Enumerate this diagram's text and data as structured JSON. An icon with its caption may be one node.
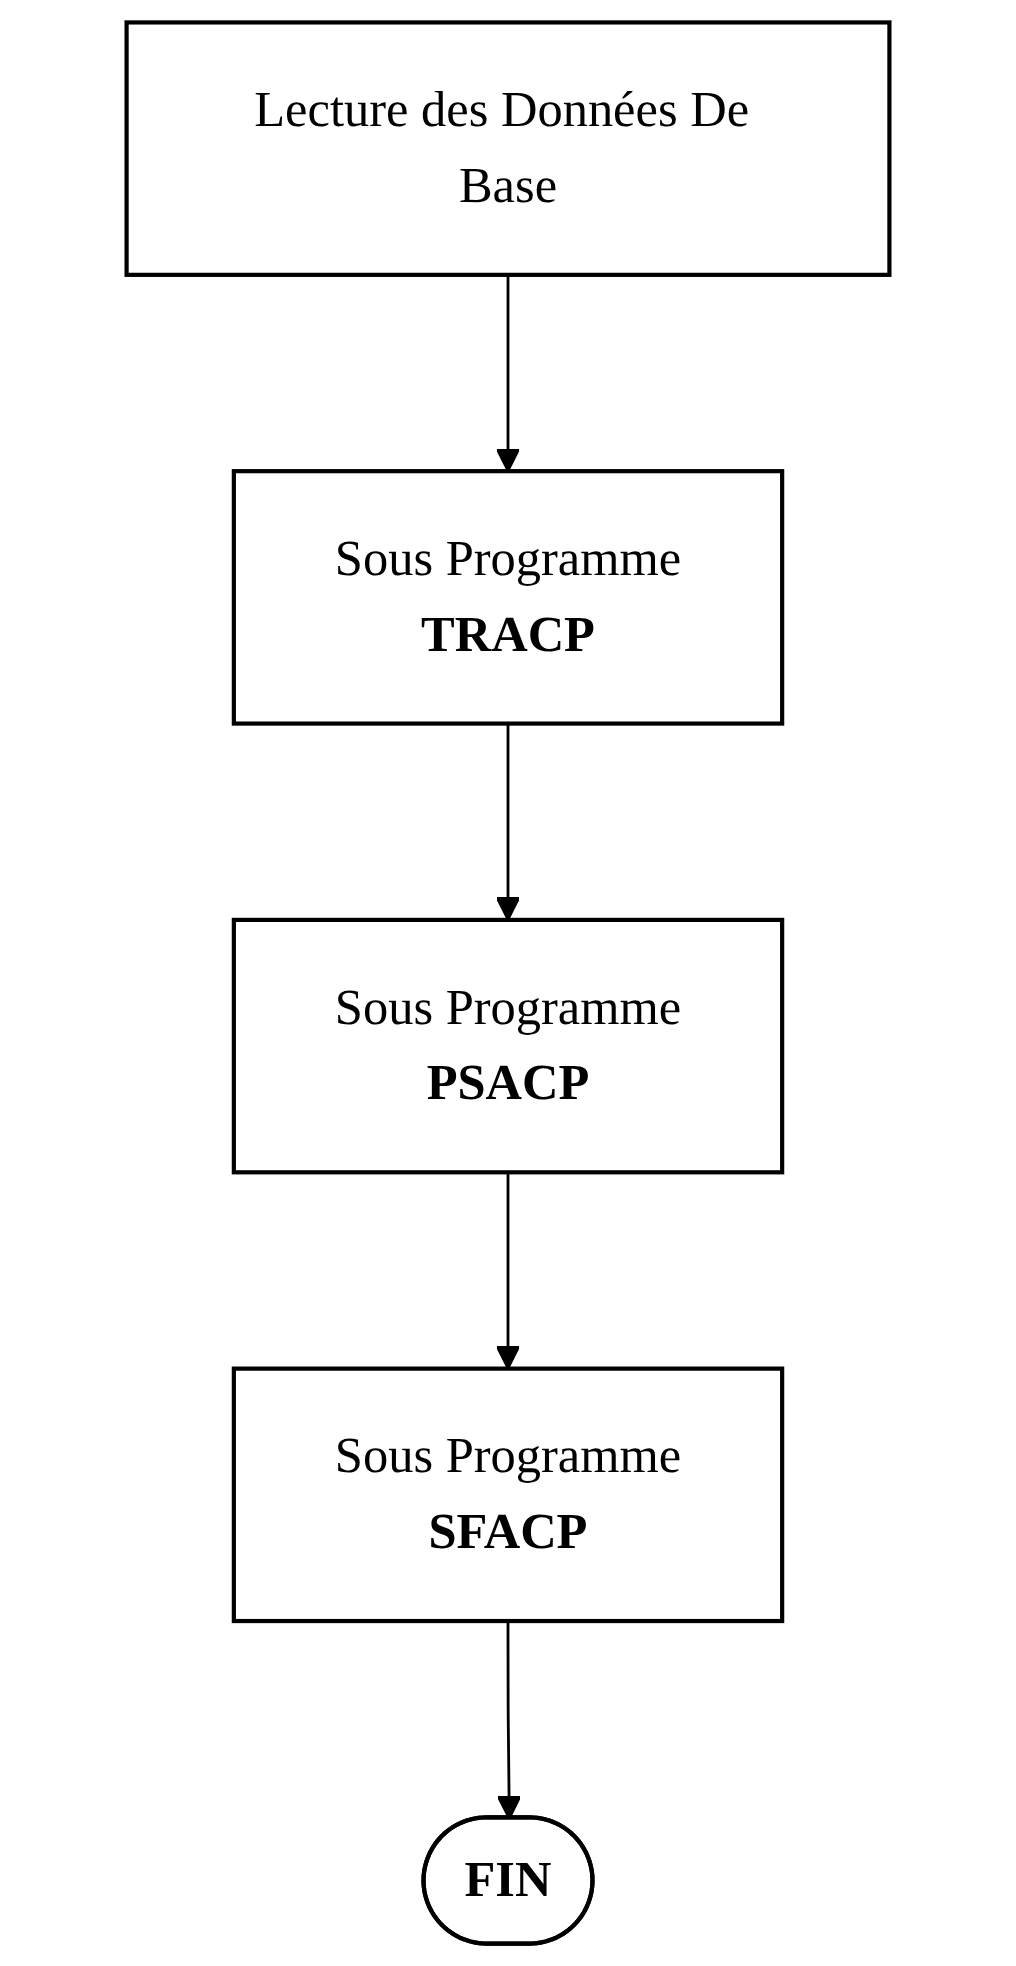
{
  "diagram": {
    "nodes": [
      {
        "text": [
          "Lecture des Données De Base"
        ]
      },
      {
        "text": [
          "Sous Programme",
          "TRACP"
        ]
      },
      {
        "text": [
          "Sous Programme",
          "PSACP"
        ]
      },
      {
        "text": [
          "Sous Programme",
          "SFACP"
        ]
      },
      {
        "text": [
          "FIN"
        ]
      }
    ],
    "edges": [
      {
        "from": 0,
        "to": 1,
        "arrow": "to"
      },
      {
        "from": 1,
        "to": 2,
        "arrow": "to"
      },
      {
        "from": 2,
        "to": 3,
        "arrow": "to"
      },
      {
        "from": 3,
        "to": 4,
        "arrow": "to"
      }
    ]
  }
}
